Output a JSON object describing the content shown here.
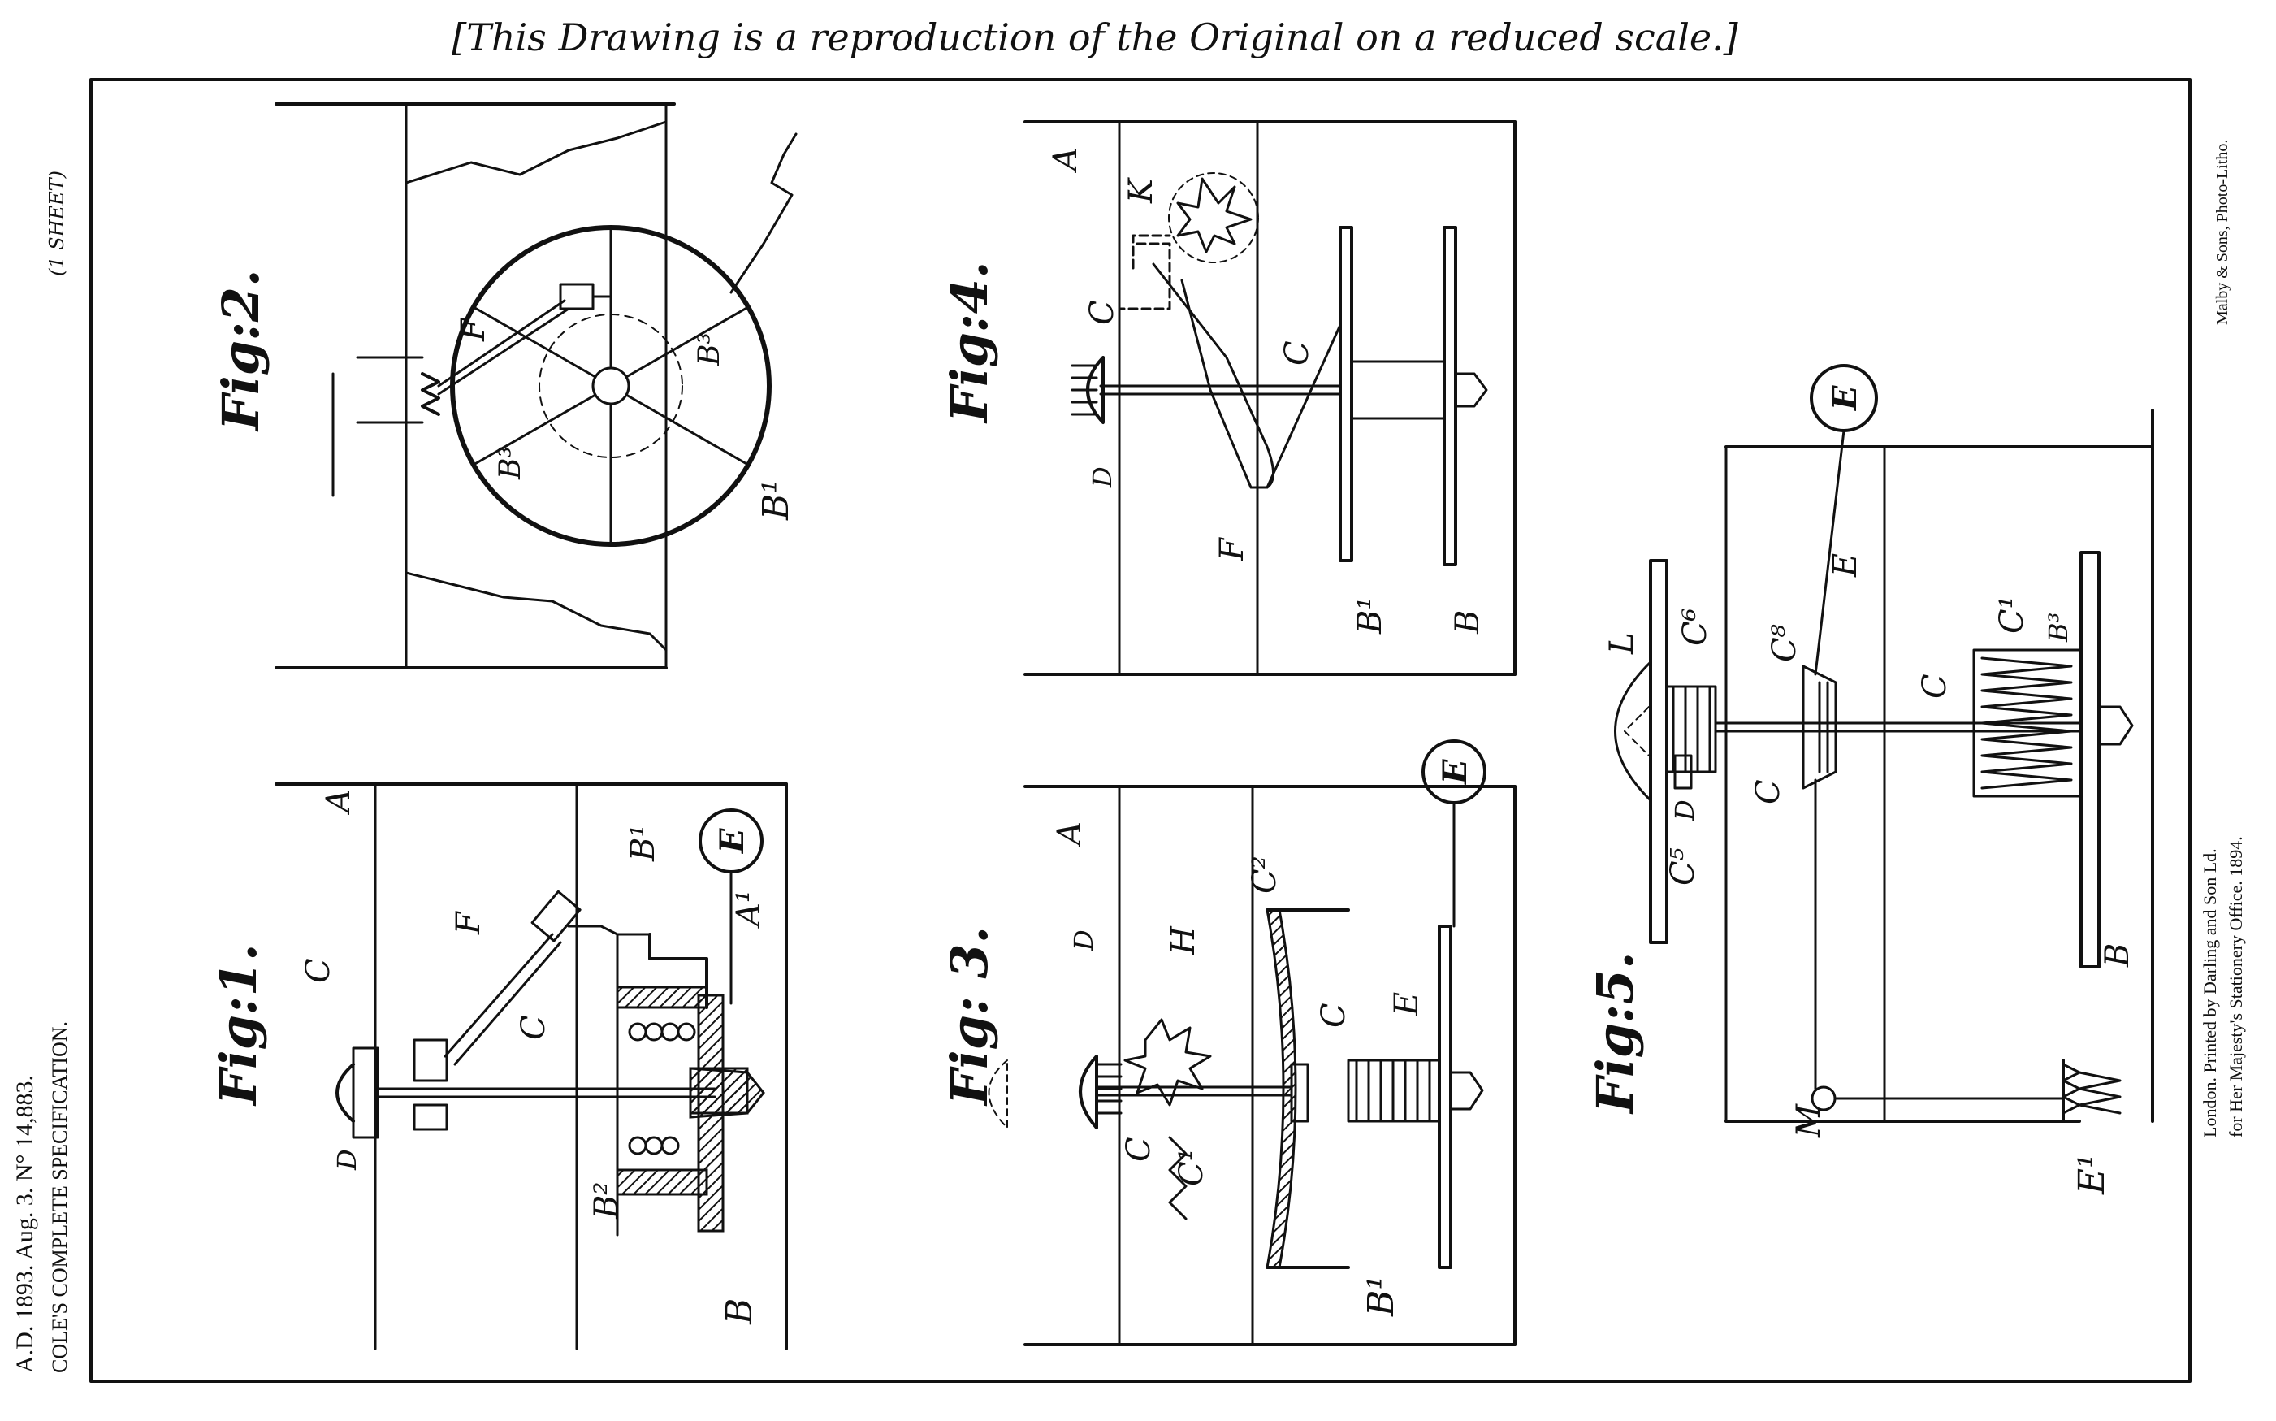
{
  "header": {
    "note": "[This Drawing is a reproduction of the Original on a reduced scale.]"
  },
  "side_left": {
    "spec_line": "A.D. 1893. Aug. 3. N° 14,883.",
    "title_line": "COLE'S COMPLETE SPECIFICATION.",
    "sheet": "(1 SHEET)"
  },
  "side_right": {
    "engraver": "Malby & Sons, Photo-Litho.",
    "printer_line1": "London. Printed by Darling and Son Ld.",
    "printer_line2": "for Her Majesty's Stationery Office. 1894."
  },
  "figures": {
    "fig1": {
      "caption": "Fig:1.",
      "labels": {
        "A": "A",
        "B": "B",
        "B1": "B¹",
        "B2": "B²",
        "A1": "A¹",
        "C": "C",
        "D": "D",
        "F": "F",
        "E": "E"
      }
    },
    "fig2": {
      "caption": "Fig:2.",
      "labels": {
        "F": "F",
        "B3a": "B³",
        "B3b": "B³",
        "B1": "B¹"
      }
    },
    "fig3": {
      "caption": "Fig: 3.",
      "labels": {
        "A": "A",
        "D": "D",
        "H": "H",
        "C2": "C²",
        "C": "C",
        "E": "E",
        "C1": "C¹",
        "Cb": "C",
        "B1": "B¹",
        "Ecircle": "E"
      }
    },
    "fig4": {
      "caption": "Fig:4.",
      "labels": {
        "A": "A",
        "K": "K",
        "C": "C",
        "C2": "C",
        "D": "D",
        "F": "F",
        "B1": "B¹",
        "B": "B"
      }
    },
    "fig5": {
      "caption": "Fig:5.",
      "labels": {
        "E": "E",
        "L": "L",
        "C6": "C⁶",
        "C8": "C⁸",
        "E2": "E",
        "C1": "C¹",
        "B3": "B³",
        "C": "C",
        "C3": "C",
        "D": "D",
        "C5": "C⁵",
        "B": "B",
        "M": "M",
        "E1": "E¹"
      }
    }
  }
}
